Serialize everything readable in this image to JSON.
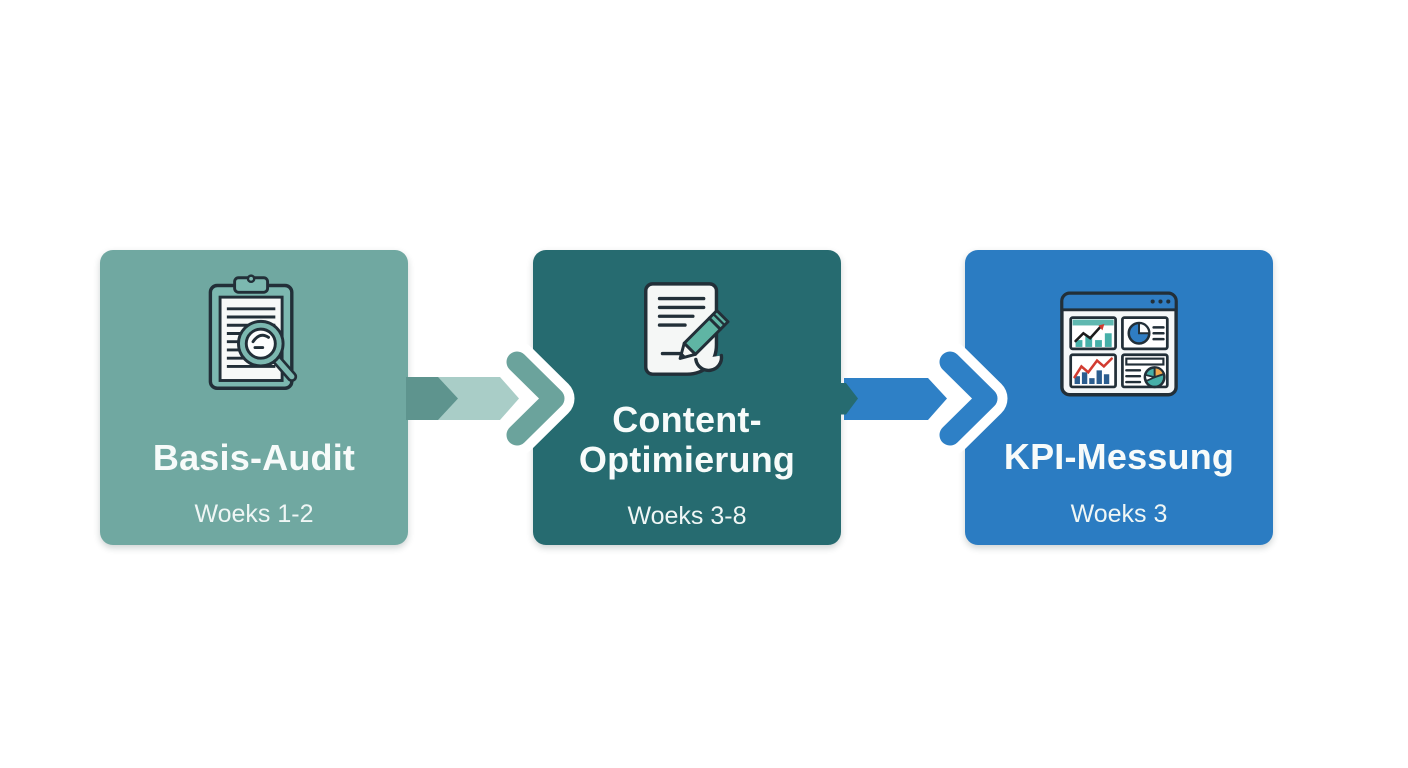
{
  "page": {
    "background": "#ffffff",
    "type": "process-flow-diagram"
  },
  "steps": [
    {
      "title": "Basis-Audit",
      "subtitle": "Woeks 1-2",
      "color": "#70A8A1",
      "text_color": "#F7FBFA",
      "icon": "clipboard-magnifier-icon"
    },
    {
      "title": "Content-\nOptimierung",
      "subtitle": "Woeks 3-8",
      "color": "#266B70",
      "text_color": "#F7FBFA",
      "icon": "document-pencil-icon"
    },
    {
      "title": "KPI-Messung",
      "subtitle": "Woeks 3",
      "color": "#2B7CC2",
      "text_color": "#F7FBFA",
      "icon": "dashboard-charts-icon"
    }
  ],
  "arrows": [
    {
      "from": "Basis-Audit",
      "to": "Content-Optimierung",
      "stub_color": "#5E948E",
      "band_color": "#A9CDC7",
      "chevron_color": "#6BA39C",
      "outline_color": "#ffffff"
    },
    {
      "from": "Content-Optimierung",
      "to": "KPI-Messung",
      "stub_color": "#266B70",
      "band_color": "#2E80C6",
      "chevron_color": "#2E80C6",
      "outline_color": "#ffffff"
    }
  ],
  "icon_colors": {
    "outline": "#222F38",
    "teal_fill": "#7CB8B0",
    "paper": "#F5F7F6",
    "pencil_teal": "#5FB5A4",
    "window_blue": "#2F7DC3",
    "chart_teal": "#46AFA8",
    "chart_navy": "#2B5D8F",
    "chart_red": "#D23B30",
    "chart_orange": "#F2A74B"
  }
}
